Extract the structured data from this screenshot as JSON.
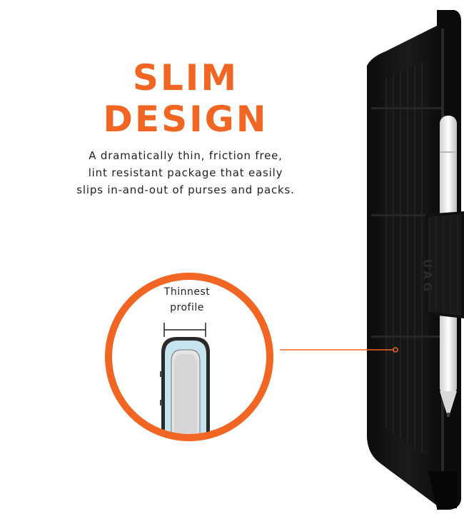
{
  "headline": {
    "line1": "SLIM",
    "line2": "DESIGN"
  },
  "description": {
    "line1": "A dramatically thin, friction free,",
    "line2": "lint resistant package that easily",
    "line3": "slips in-and-out of purses and packs."
  },
  "callout": {
    "label_line1": "Thinnest",
    "label_line2": "profile"
  },
  "logo": {
    "text": "UAG"
  },
  "colors": {
    "accent": "#f26522",
    "case": "#141414",
    "text": "#222222"
  }
}
